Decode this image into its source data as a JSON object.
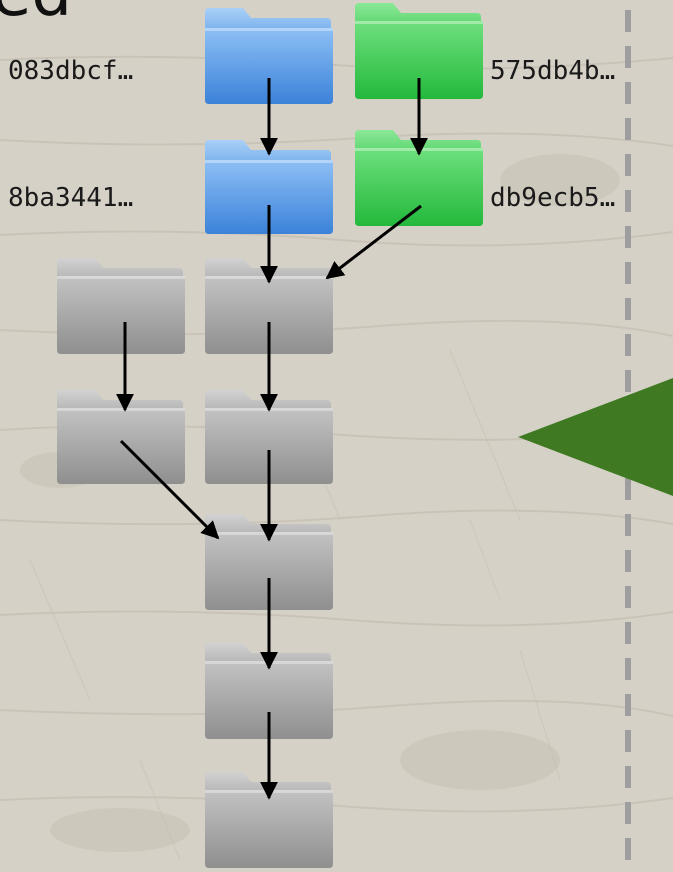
{
  "title_fragment": "ed",
  "labels": {
    "blue_tip": "083dbcf…",
    "green_tip": "575db4b…",
    "blue_parent": "8ba3441…",
    "green_parent": "db9ecb5…"
  },
  "colors": {
    "background": "#d6d1c7",
    "folder_blue": "#5a9be8",
    "folder_green": "#3ccf55",
    "folder_gray": "#a8a8a8",
    "arrow": "#000000",
    "pointer_triangle": "#3f7a22",
    "dashed_line": "#9e9e9e"
  },
  "icons": {
    "folder": "folder-icon",
    "pointer": "triangle-left-icon"
  }
}
